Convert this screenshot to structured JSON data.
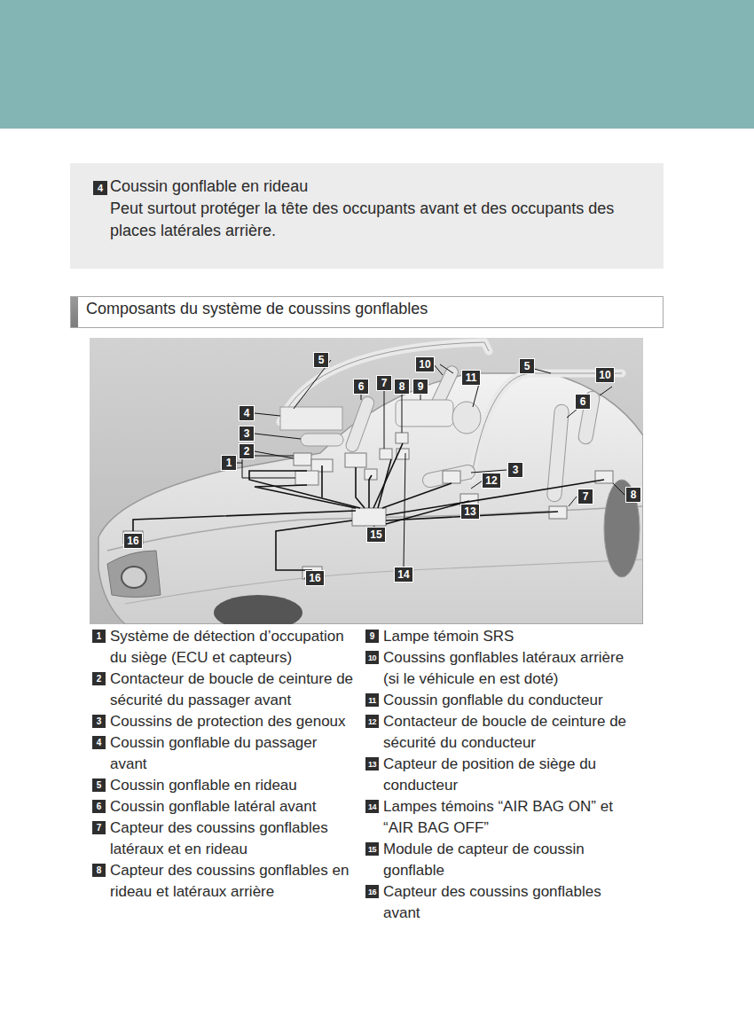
{
  "diagram": {
    "nodes": [
      {
        "text": [
          "Coussin gonflable en rideau",
          "Peut surtout protéger la tête des occupants avant et des occupants des places latérales arrière."
        ]
      },
      {
        "text": [
          "Composants du système de coussins gonflables"
        ]
      }
    ],
    "labels": [
      "4",
      "5",
      "10",
      "11",
      "5",
      "10",
      "6",
      "7",
      "8",
      "9",
      "4",
      "3",
      "2",
      "1",
      "6",
      "3",
      "12",
      "13",
      "7",
      "8",
      "16",
      "15",
      "16",
      "14",
      "1",
      "Système de détection d’occupation du siège (ECU et capteurs)",
      "2",
      "Contacteur de boucle de ceinture de sécurité du passager avant",
      "3",
      "Coussins de protection des genoux",
      "4",
      "Coussin gonflable du passager avant",
      "5",
      "Coussin gonflable en rideau",
      "6",
      "Coussin gonflable latéral avant",
      "7",
      "Capteur des coussins gonflables latéraux et en rideau",
      "8",
      "Capteur des coussins gonflables en rideau et latéraux arrière",
      "9",
      "Lampe témoin SRS",
      "10",
      "Coussins gonflables latéraux arrière (si le véhicule en est doté)",
      "11",
      "Coussin gonflable du conducteur",
      "12",
      "Contacteur de boucle de ceinture de sécurité du conducteur",
      "13",
      "Capteur de position de siège du conducteur",
      "14",
      "Lampes témoins “AIR BAG ON” et “AIR BAG OFF”",
      "15",
      "Module de capteur de coussin gonflable",
      "16",
      "Capteur des coussins gonflables avant"
    ]
  }
}
